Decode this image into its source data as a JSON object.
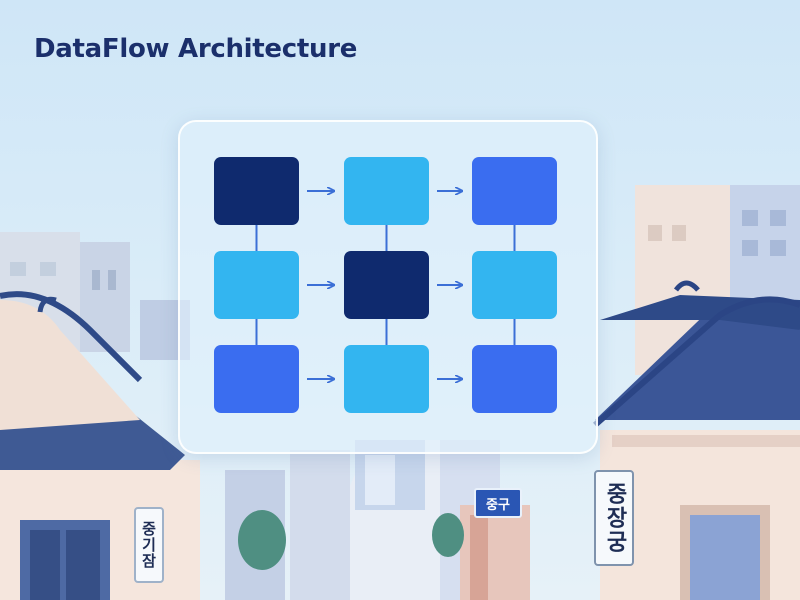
{
  "title": "DataFlow Architecture",
  "signs": {
    "left": "중기잠",
    "middle": "중구",
    "right": "중장궁"
  },
  "colors": {
    "navy": "#0f2a6e",
    "sky": "#33b5f0",
    "blue": "#3a6df0",
    "connector": "#3b6fd6",
    "title": "#1b2f6b"
  },
  "nodes": [
    {
      "row": 0,
      "col": 0,
      "color": "navy"
    },
    {
      "row": 0,
      "col": 1,
      "color": "sky"
    },
    {
      "row": 0,
      "col": 2,
      "color": "blue"
    },
    {
      "row": 1,
      "col": 0,
      "color": "sky"
    },
    {
      "row": 1,
      "col": 1,
      "color": "navy"
    },
    {
      "row": 1,
      "col": 2,
      "color": "sky"
    },
    {
      "row": 2,
      "col": 0,
      "color": "blue"
    },
    {
      "row": 2,
      "col": 1,
      "color": "sky"
    },
    {
      "row": 2,
      "col": 2,
      "color": "blue"
    }
  ]
}
